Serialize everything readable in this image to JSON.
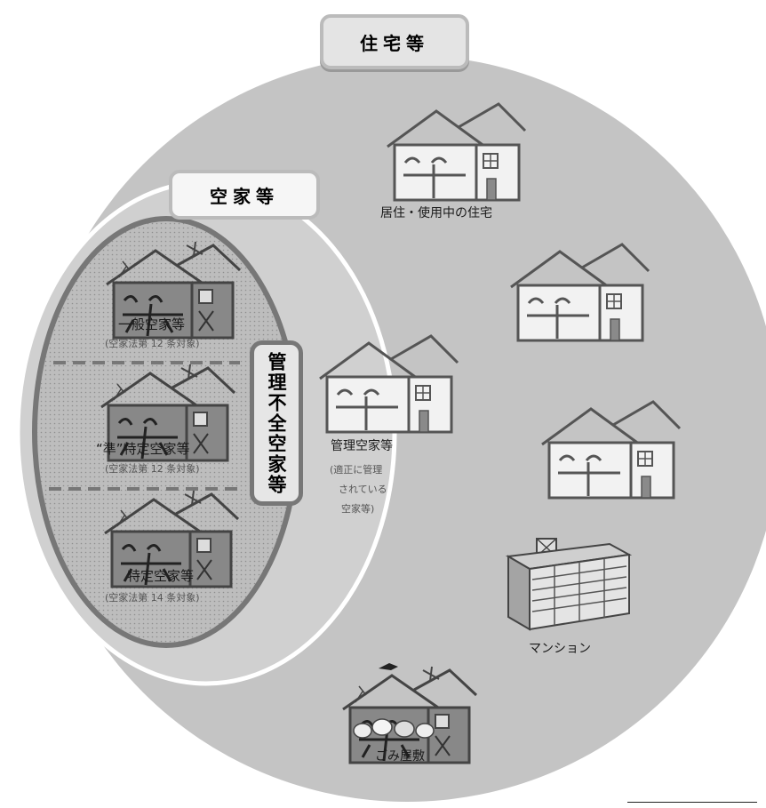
{
  "housing_label": "住宅等",
  "vacant_label": "空家等",
  "mismanaged_label": "管理不全空家等",
  "in_use": {
    "label": "居住・使用中の住宅"
  },
  "general_vacant": {
    "label": "一般空家等",
    "note": "(空家法第 12 条対象)"
  },
  "quasi_specific": {
    "label": "“準”特定空家等",
    "note": "(空家法第 12 条対象)"
  },
  "specific_vacant": {
    "label": "特定空家等",
    "note": "(空家法第 14 条対象)"
  },
  "managed_vacant": {
    "label": "管理空家等",
    "note_lines": [
      "(適正に管理",
      "されている",
      "空家等)"
    ]
  },
  "mansion": {
    "label": "マンション"
  },
  "garbage_house": {
    "label": "ごみ屋敷"
  },
  "colors": {
    "outer_circle": "#c4c4c4",
    "vacant_ellipse": "#d0d0d0",
    "mismanaged_ellipse_fill": "#b6b6b6",
    "mismanaged_border": "#777777",
    "label_box_fill": "#e4e4e4",
    "house_stroke": "#555555"
  }
}
